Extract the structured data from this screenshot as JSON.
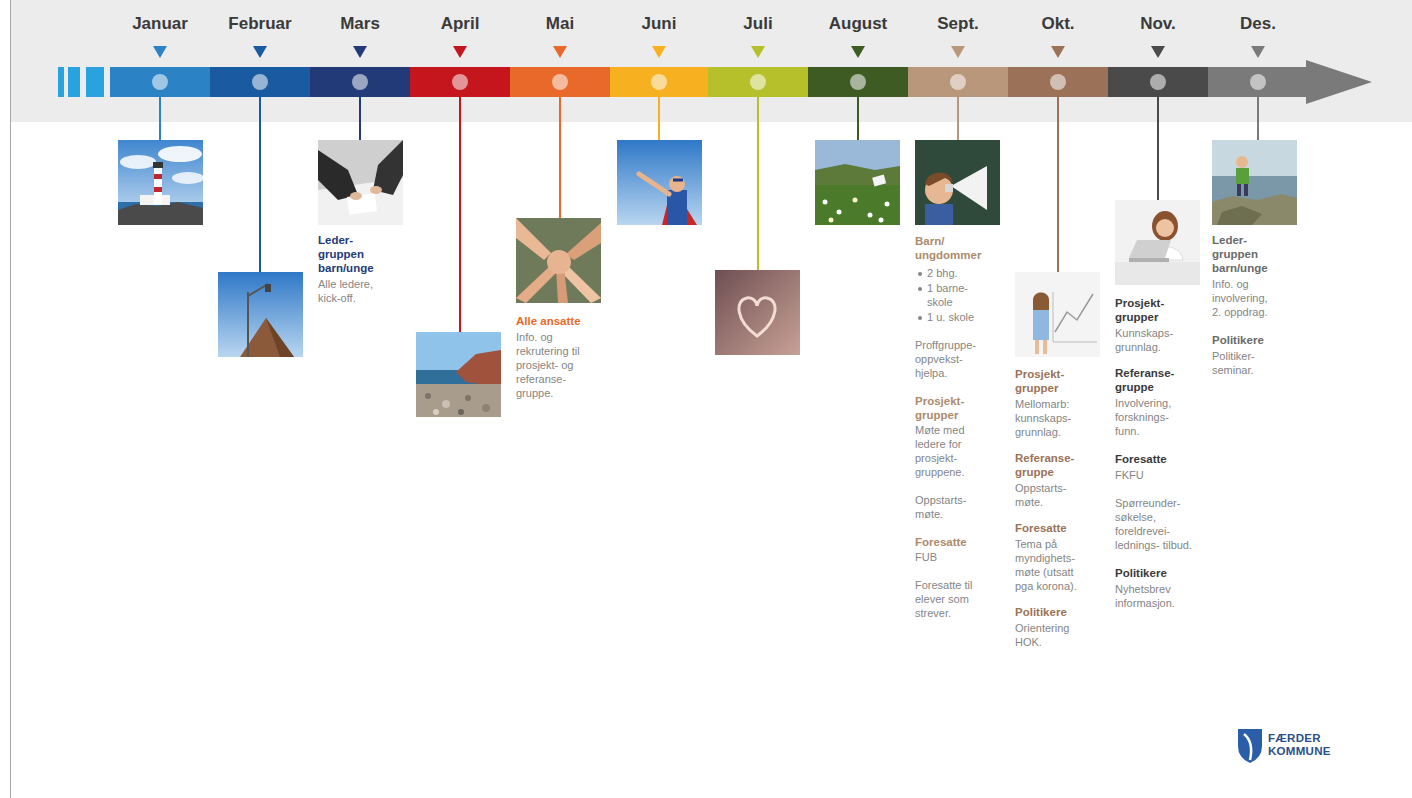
{
  "diagram": {
    "nodes": [
      {
        "text": [
          "Januar"
        ]
      },
      {
        "text": [
          "Februar"
        ]
      },
      {
        "text": [
          "Mars"
        ]
      },
      {
        "text": [
          "April"
        ]
      },
      {
        "text": [
          "Mai"
        ]
      },
      {
        "text": [
          "Juni"
        ]
      },
      {
        "text": [
          "Juli"
        ]
      },
      {
        "text": [
          "August"
        ]
      },
      {
        "text": [
          "Sept."
        ]
      },
      {
        "text": [
          "Okt."
        ]
      },
      {
        "text": [
          "Nov."
        ]
      },
      {
        "text": [
          "Des."
        ]
      }
    ],
    "labels": [
      "Leder- gruppen barn/unge",
      "Alle ledere, kick-off.",
      "Alle ansatte",
      "Info. og rekrutering til prosjekt- og referanse- gruppe.",
      "Barn/ ungdommer",
      "2 bhg.",
      "1 barne- skole",
      "1 u. skole",
      "Proffgruppe- oppvekst- hjelpa.",
      "Prosjekt- grupper",
      "Møte med ledere for prosjekt- gruppene.",
      "Oppstarts- møte.",
      "Foresatte",
      "FUB",
      "Foresatte til elever som strever.",
      "Prosjekt- grupper",
      "Mellomarb: kunnskaps- grunnlag.",
      "Referanse- gruppe",
      "Oppstarts- møte.",
      "Foresatte",
      "Tema på myndighets- møte (utsatt pga korona).",
      "Politikere",
      "Orientering HOK.",
      "Prosjekt- grupper",
      "Kunnskaps- grunnlag.",
      "Referanse- gruppe",
      "Involvering, forsknings- funn.",
      "Foresatte",
      "FKFU",
      "Spørreunder- søkelse, foreldrevei- lednings- tilbud.",
      "Politikere",
      "Nyhetsbrev informasjon.",
      "Leder- gruppen barn/unge",
      "Info. og involvering, 2. oppdrag.",
      "Politikere",
      "Politiker- seminar.",
      "FÆRDER KOMMUNE"
    ]
  }
}
